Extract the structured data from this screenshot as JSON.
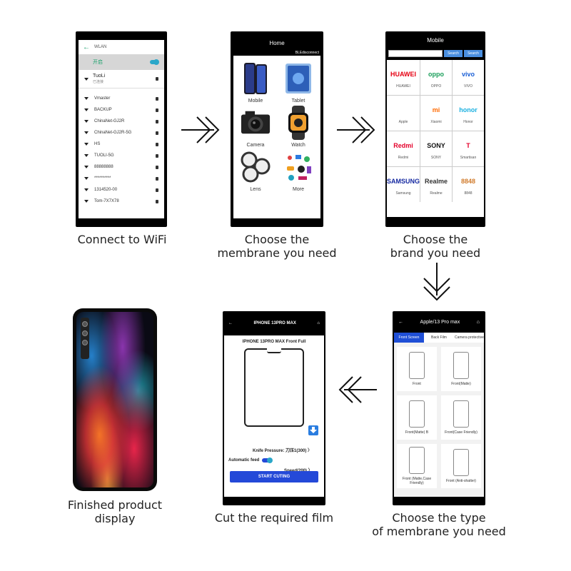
{
  "steps": {
    "wifi": {
      "caption": "Connect to WiFi",
      "header": "WLAN",
      "toggle_label": "开启",
      "current": {
        "name": "TuoLi",
        "status": "已连接"
      },
      "networks": [
        "Vmaster",
        "BACKUP",
        "ChinaNet-GJ2R",
        "ChinaNet-GJ2R-5G",
        "HS",
        "TUOLI-5G",
        "88888888",
        "**********",
        "1314520-00",
        "Tom-7X7X78"
      ]
    },
    "membrane": {
      "caption_line1": "Choose the",
      "caption_line2": "membrane you need",
      "header": "Home",
      "ble": "BLEdisconnect",
      "tiles": [
        "Mobile",
        "Tablet",
        "Camera",
        "Watch",
        "Lens",
        "More"
      ]
    },
    "brand": {
      "caption_line1": "Choose the",
      "caption_line2": "brand you need",
      "header": "Mobile",
      "search_btn_1": "Search",
      "search_btn_2": "Search",
      "brands": [
        {
          "logo": "HUAWEI",
          "name": "HUAWEI",
          "color": "#e60012"
        },
        {
          "logo": "oppo",
          "name": "OPPO",
          "color": "#1a9e5a"
        },
        {
          "logo": "vivo",
          "name": "VIVO",
          "color": "#1a5fd6"
        },
        {
          "logo": "",
          "name": "Apple",
          "color": "#111111"
        },
        {
          "logo": "mi",
          "name": "Xiaomi",
          "color": "#ff6900"
        },
        {
          "logo": "honor",
          "name": "Honor",
          "color": "#1ab0e0"
        },
        {
          "logo": "Redmi",
          "name": "Redmi",
          "color": "#e4002b"
        },
        {
          "logo": "SONY",
          "name": "SONY",
          "color": "#111111"
        },
        {
          "logo": "T",
          "name": "Smartisan",
          "color": "#e4002b"
        },
        {
          "logo": "SAMSUNG",
          "name": "Samsung",
          "color": "#1428a0"
        },
        {
          "logo": "Realme",
          "name": "Realme",
          "color": "#333333"
        },
        {
          "logo": "8848",
          "name": "8848",
          "color": "#d07a2a"
        }
      ]
    },
    "type": {
      "caption_line1": "Choose the type",
      "caption_line2": "of membrane you need",
      "header": "Apple/13 Pro max",
      "tabs": [
        "Front Screen",
        "Back Film",
        "Camera protective film"
      ],
      "cards": [
        "Front",
        "Front(Matte)",
        "Front(Matte) B",
        "Front(Case Friendly)",
        "Front (Matte,Case Friendly)",
        "Front (Anti-shatter)"
      ]
    },
    "cut": {
      "caption": "Cut the required film",
      "header": "IPHONE 13PRO MAX",
      "subtitle": "IPHONE 13PRO MAX Front Full",
      "knife_label": "Knife Pressure:",
      "knife_value": "刀压1(300) 〉",
      "feed_label": "Automatic feed",
      "speed_value": "Speed(200) 〉",
      "button": "START CUTING"
    },
    "finished": {
      "caption_line1": "Finished product",
      "caption_line2": "display"
    }
  }
}
